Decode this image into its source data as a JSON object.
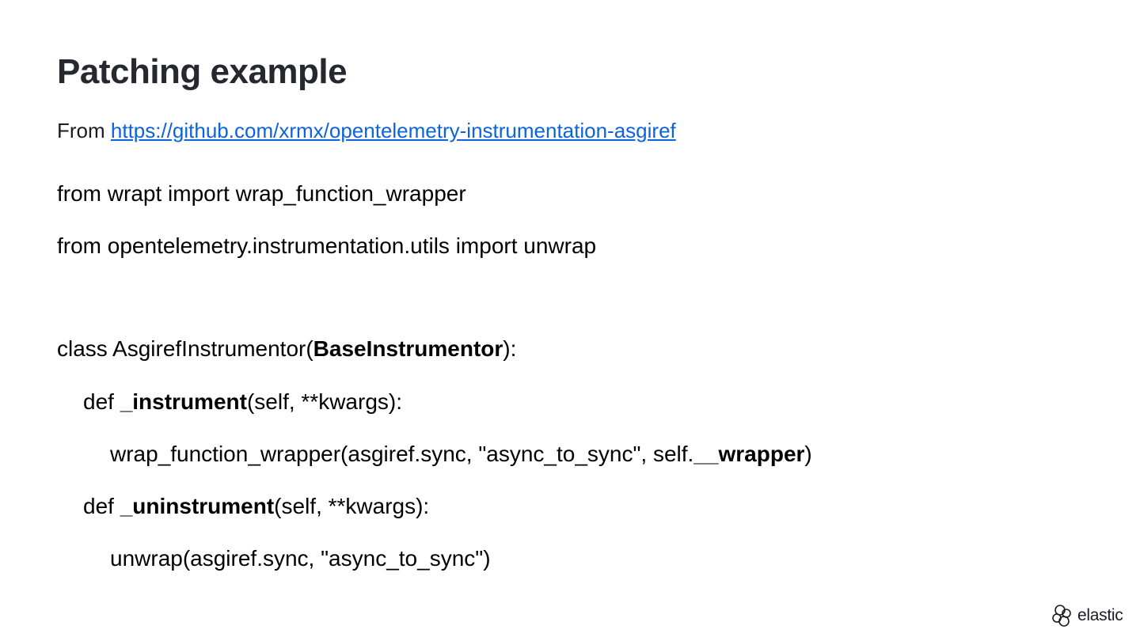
{
  "slide": {
    "title": "Patching example",
    "source": {
      "prefix": "From ",
      "link_text": "https://github.com/xrmx/opentelemetry-instrumentation-asgiref"
    },
    "code": {
      "line1": "from wrapt import wrap_function_wrapper",
      "line2": "from opentelemetry.instrumentation.utils import unwrap",
      "line3": {
        "pre": "class AsgirefInstrumentor(",
        "bold": "BaseInstrumentor",
        "post": "):"
      },
      "line4": {
        "pre": "def ",
        "bold": "_instrument",
        "post": "(self, **kwargs):"
      },
      "line5": {
        "pre": "wrap_function_wrapper(asgiref.sync, \"async_to_sync\", self.",
        "bold": "__wrapper",
        "post": ")"
      },
      "line6": {
        "pre": "def ",
        "bold": "_uninstrument",
        "post": "(self, **kwargs):"
      },
      "line7": "unwrap(asgiref.sync, \"async_to_sync\")"
    },
    "logo": {
      "text": "elastic",
      "icon": "elastic-logo-icon"
    }
  }
}
